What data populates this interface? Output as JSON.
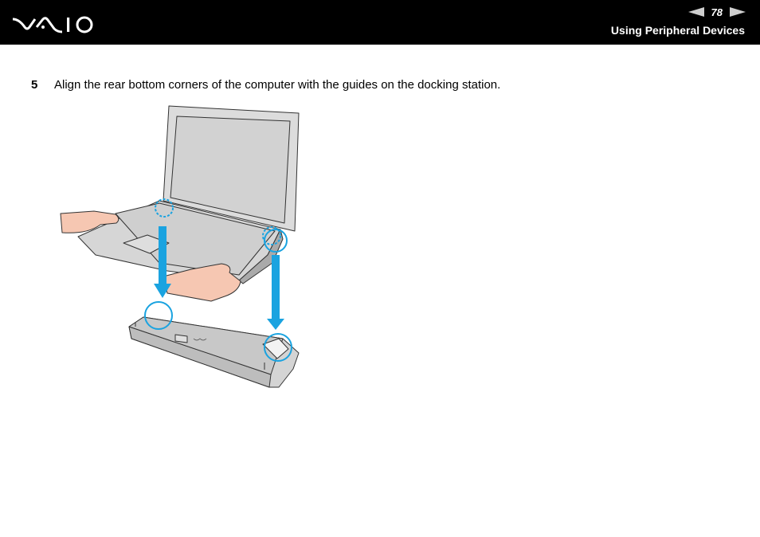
{
  "header": {
    "logo_text": "VAIO",
    "page_number": "78",
    "prev_icon": "prev-page-arrow-icon",
    "next_icon": "next-page-arrow-icon",
    "section_title": "Using Peripheral Devices"
  },
  "content": {
    "step": {
      "number": "5",
      "text": "Align the rear bottom corners of the computer with the guides on the docking station."
    },
    "figure": {
      "description": "Illustration: hands lowering a laptop onto the docking station, blue arrows indicating the rear corners aligning with docking station guides",
      "accent_color": "#1aa3e0",
      "dock_logo_text": "VAIO"
    }
  }
}
